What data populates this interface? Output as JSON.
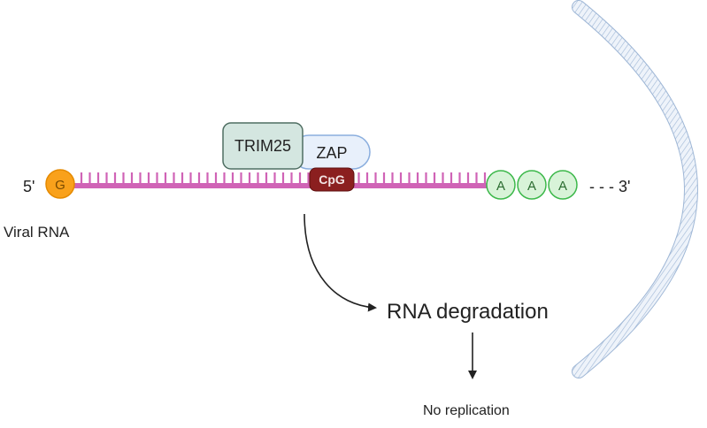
{
  "labels": {
    "five_prime": "5'",
    "three_prime": "- - - 3'",
    "viral_rna": "Viral RNA",
    "cap_letter": "G",
    "cpg": "CpG",
    "trim25": "TRIM25",
    "zap": "ZAP",
    "rna_degradation": "RNA degradation",
    "no_replication": "No replication"
  },
  "poly_a": [
    "A",
    "A",
    "A"
  ],
  "colors": {
    "rna_strand": "#d063b6",
    "cap_fill": "#f9a11b",
    "cap_stroke": "#e58a00",
    "poly_a_fill": "#d8f3d8",
    "poly_a_stroke": "#3cb84a",
    "cpg_fill": "#8b1f1f",
    "trim25_fill": "#d4e6e0",
    "trim25_stroke": "#4f6e62",
    "zap_fill": "#e8f0fb",
    "zap_stroke": "#8aaede",
    "membrane": "#b9cde6",
    "arrow": "#222222"
  }
}
